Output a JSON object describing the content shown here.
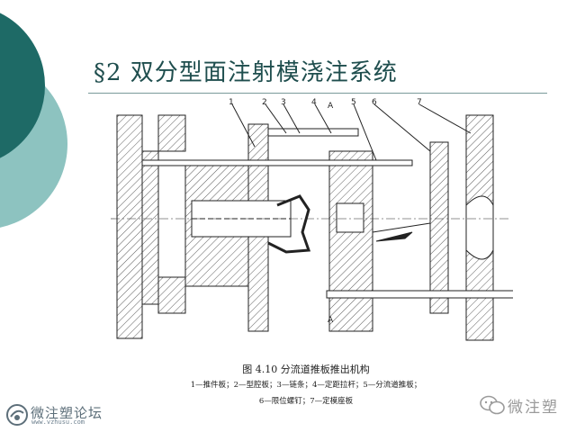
{
  "slide": {
    "title": "§2  双分型面注射模浇注系统"
  },
  "figure": {
    "part_labels": [
      "1",
      "2",
      "3",
      "4",
      "A",
      "5",
      "6",
      "7"
    ],
    "section_label_bottom": "A",
    "caption_title": "图 4.10    分流道推板推出机构",
    "caption_line1": "1—推件板；2—型腔板；3—链条；4—定距拉杆；5—分流道推板；",
    "caption_line2": "6—限位螺钉；7—定模座板"
  },
  "watermark_left": {
    "name": "微注塑论坛",
    "url": "www.vzhusu.com"
  },
  "watermark_right": {
    "name": "微注塑"
  },
  "colors": {
    "teal_dark": "#1e6a66",
    "teal_light": "#8dc3c0",
    "title": "#1f4e4e"
  }
}
